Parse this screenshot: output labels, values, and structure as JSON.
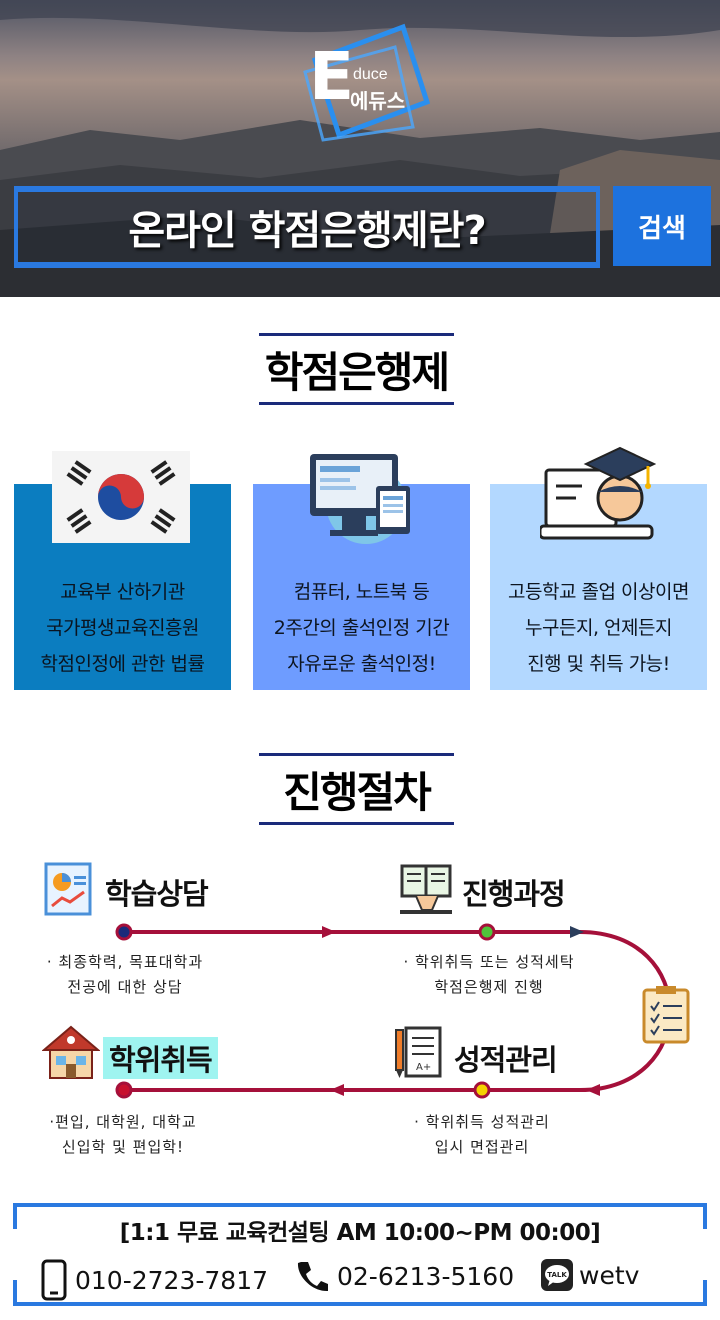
{
  "hero": {
    "logo_letter": "E",
    "logo_sub": "duce",
    "logo_korean": "에듀스",
    "headline": "온라인 학점은행제란?",
    "search_button": "검색"
  },
  "section1": {
    "title": "학점은행제",
    "cards": [
      {
        "icon": "korea-flag-icon",
        "lines": [
          "교육부 산하기관",
          "국가평생교육진흥원",
          "학점인정에 관한 법률"
        ],
        "bg": "#0b7dc0"
      },
      {
        "icon": "computer-icon",
        "lines": [
          "컴퓨터, 노트북 등",
          "2주간의 출석인정 기간",
          "자유로운 출석인정!"
        ],
        "bg": "#6e9cff"
      },
      {
        "icon": "graduate-laptop-icon",
        "lines": [
          "고등학교 졸업 이상이면",
          "누구든지, 언제든지",
          "진행 및 취득 가능!"
        ],
        "bg": "#b3d8ff"
      }
    ]
  },
  "section2": {
    "title": "진행절차",
    "steps": [
      {
        "label": "학습상담",
        "desc": [
          "· 최종학력, 목표대학과",
          "전공에 대한 상담"
        ]
      },
      {
        "label": "진행과정",
        "desc": [
          "· 학위취득 또는 성적세탁",
          "학점은행제 진행"
        ]
      },
      {
        "label": "성적관리",
        "desc": [
          "· 학위취득 성적관리",
          "입시 면접관리"
        ]
      },
      {
        "label": "학위취득",
        "desc": [
          "·편입, 대학원, 대학교",
          "신입학 및 편입학!"
        ]
      }
    ]
  },
  "footer": {
    "consult": "[1:1 무료 교육컨설팅 AM 10:00~PM 00:00]",
    "mobile": "010-2723-7817",
    "phone": "02-6213-5160",
    "talk_badge": "TALK",
    "kakao_id": "wetv"
  },
  "colors": {
    "accent_blue": "#2a79e0",
    "title_rule": "#1a2a7a",
    "process_line": "#a5103a"
  }
}
